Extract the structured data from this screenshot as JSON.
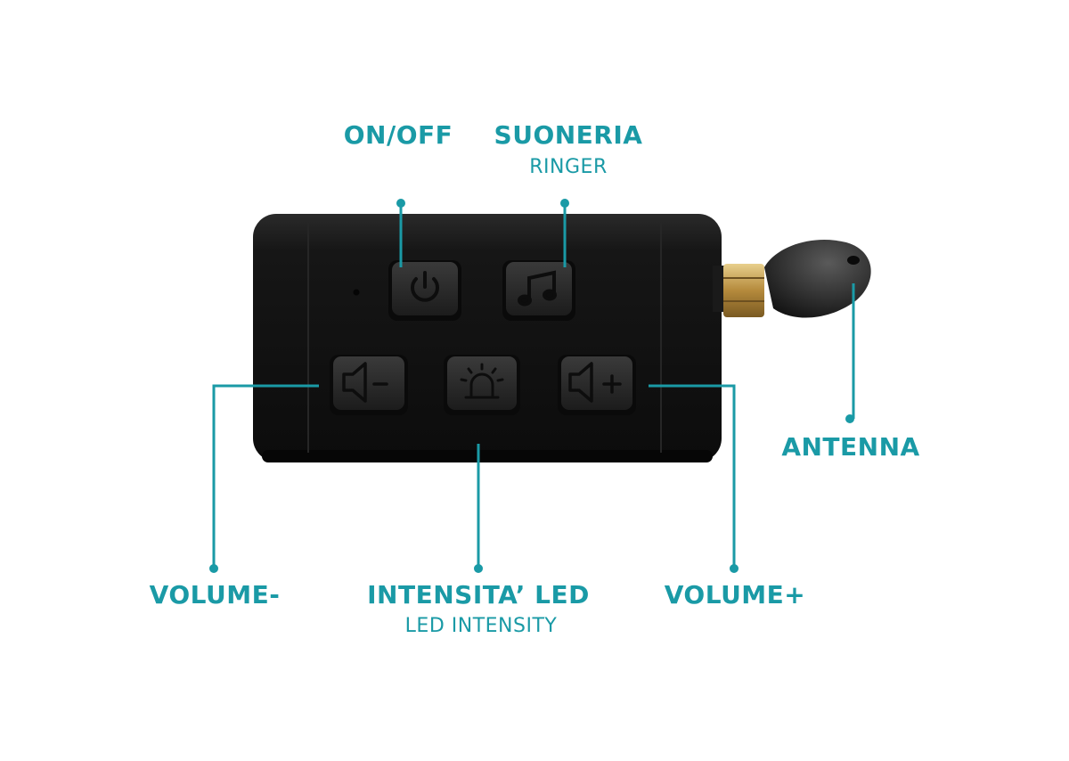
{
  "colors": {
    "accent": "#1a9aa6",
    "device_body": "#151515",
    "button": "#222222",
    "antenna_connector": "#c9a35a"
  },
  "labels": {
    "on_off": "ON/OFF",
    "ringer_it": "SUONERIA",
    "ringer_en": "RINGER",
    "antenna": "ANTENNA",
    "volume_down": "VOLUME-",
    "led_intensity_it": "INTENSITA’ LED",
    "led_intensity_en": "LED INTENSITY",
    "volume_up": "VOLUME+"
  },
  "icons": {
    "power_button": "power-icon",
    "ringer_button": "music-note-icon",
    "volume_down_button": "speaker-minus-icon",
    "led_button": "siren-light-icon",
    "volume_up_button": "speaker-plus-icon"
  }
}
